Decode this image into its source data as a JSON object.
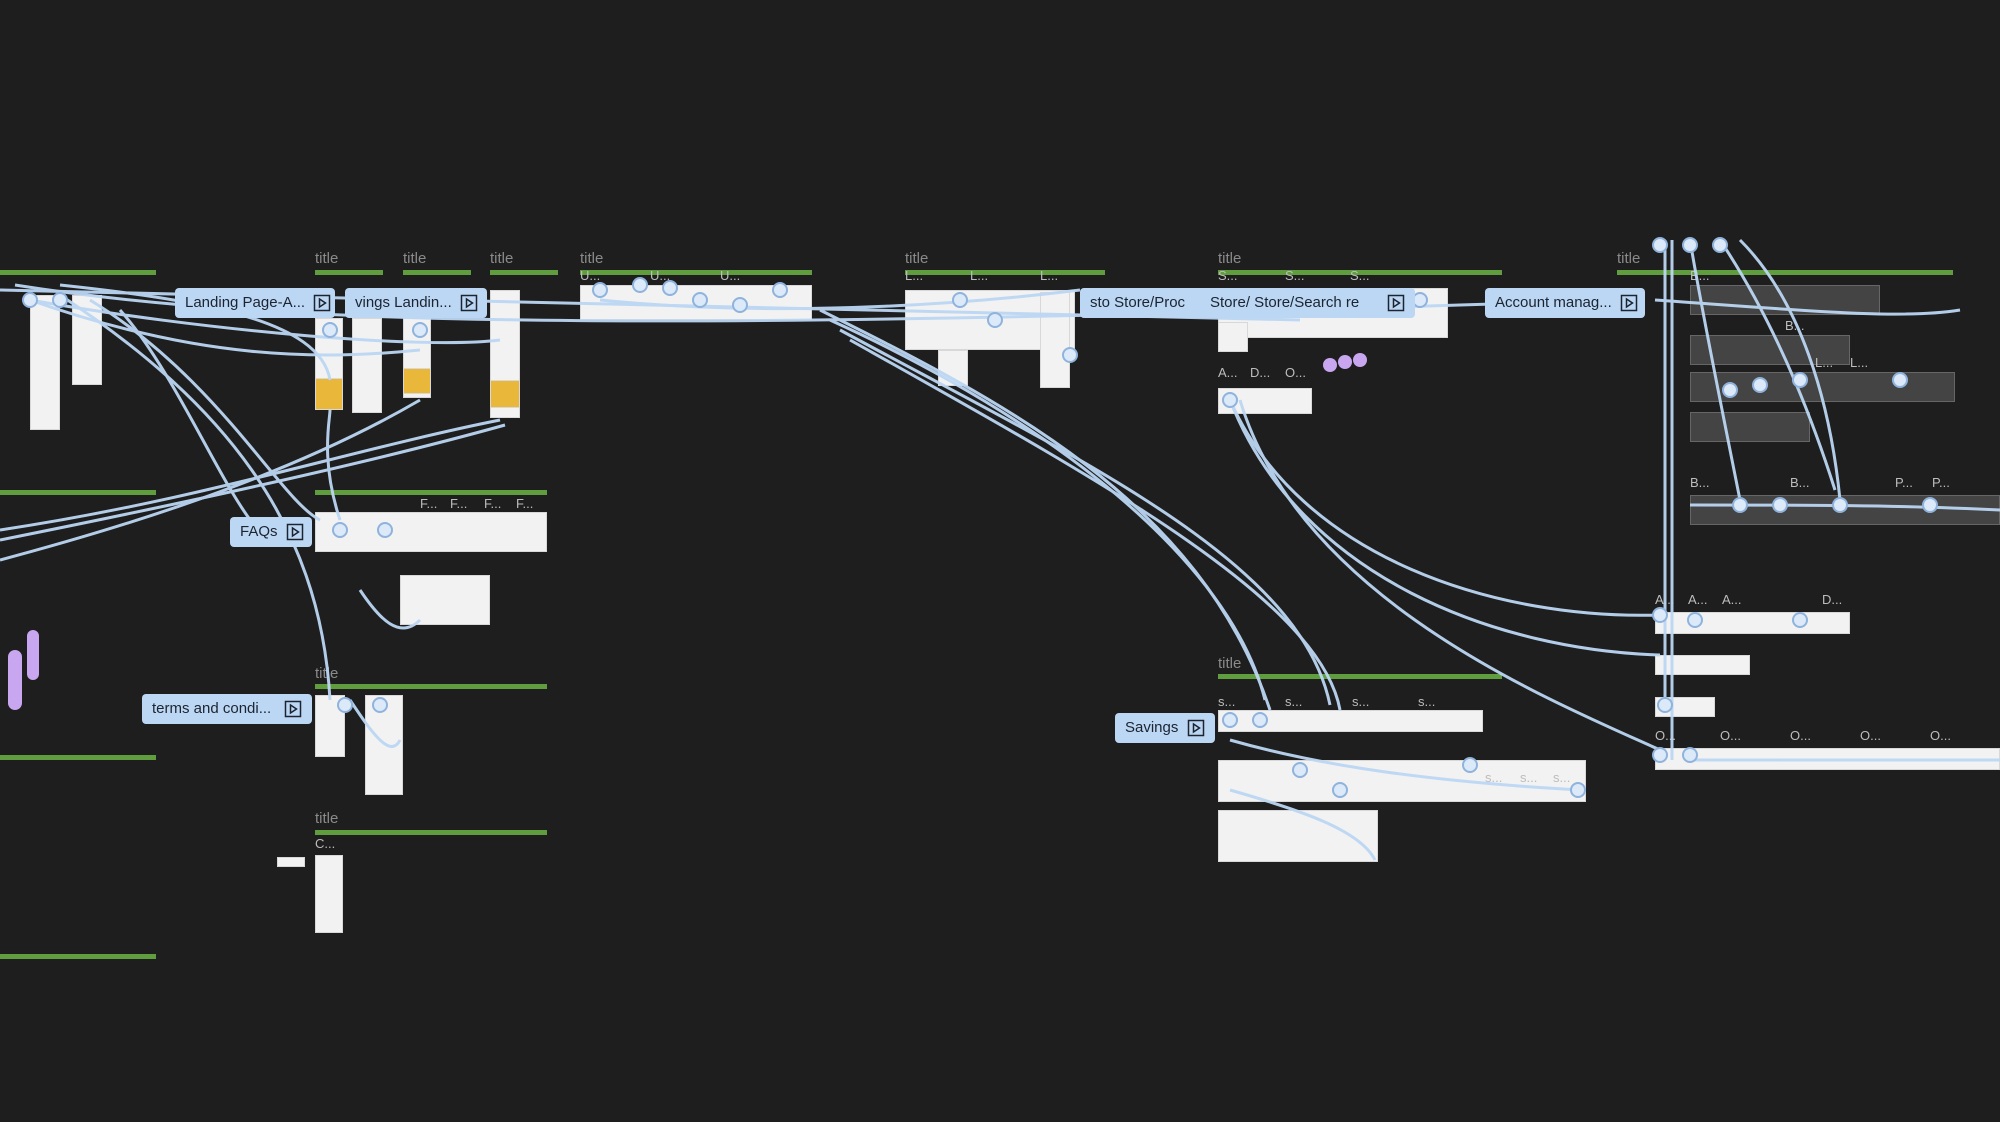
{
  "canvas": {
    "background": "#1e1e1e",
    "section_title": "title",
    "accent_green": "#5f9d3f",
    "connector_color": "#bcd7f4"
  },
  "flows": [
    {
      "label": "Landing Page-A...",
      "icon": "play-icon"
    },
    {
      "label": "vings Landin...",
      "icon": "play-icon"
    },
    {
      "label": "FAQs",
      "icon": "play-icon"
    },
    {
      "label": "terms and condi...",
      "icon": "play-icon"
    },
    {
      "label": "sto  Store/Proc",
      "icon": "play-icon"
    },
    {
      "label": "Store/  Store/Search re",
      "icon": "play-icon"
    },
    {
      "label": "Account manag...",
      "icon": "play-icon"
    },
    {
      "label": "Savings",
      "icon": "play-icon"
    }
  ],
  "frame_labels": {
    "landing_u": "U...",
    "store_s": "S...",
    "store_l": "L...",
    "account_b": "B...",
    "account_a": "A...",
    "account_l": "L...",
    "account_p": "P...",
    "account_d": "D...",
    "account_o": "O...",
    "faq_f": "F...",
    "savings_s": "s...",
    "store_d": "D...",
    "store_o": "O...",
    "store_a": "A...",
    "misc_c": "C..."
  }
}
